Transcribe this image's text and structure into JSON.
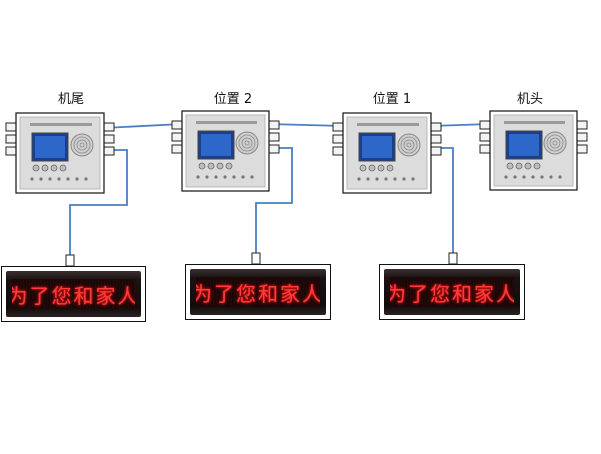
{
  "nodes": [
    {
      "label": "机尾"
    },
    {
      "label": "位置 2"
    },
    {
      "label": "位置 1"
    },
    {
      "label": "机头"
    }
  ],
  "displays": [
    {
      "text": "为了您和家人"
    },
    {
      "text": "为了您和家人"
    },
    {
      "text": "为了您和家人"
    }
  ],
  "colors": {
    "wire": "#4a7fc1",
    "device_body": "#dcdcdc",
    "device_screen": "#2d67c9",
    "led_text": "#ff3b3b"
  }
}
